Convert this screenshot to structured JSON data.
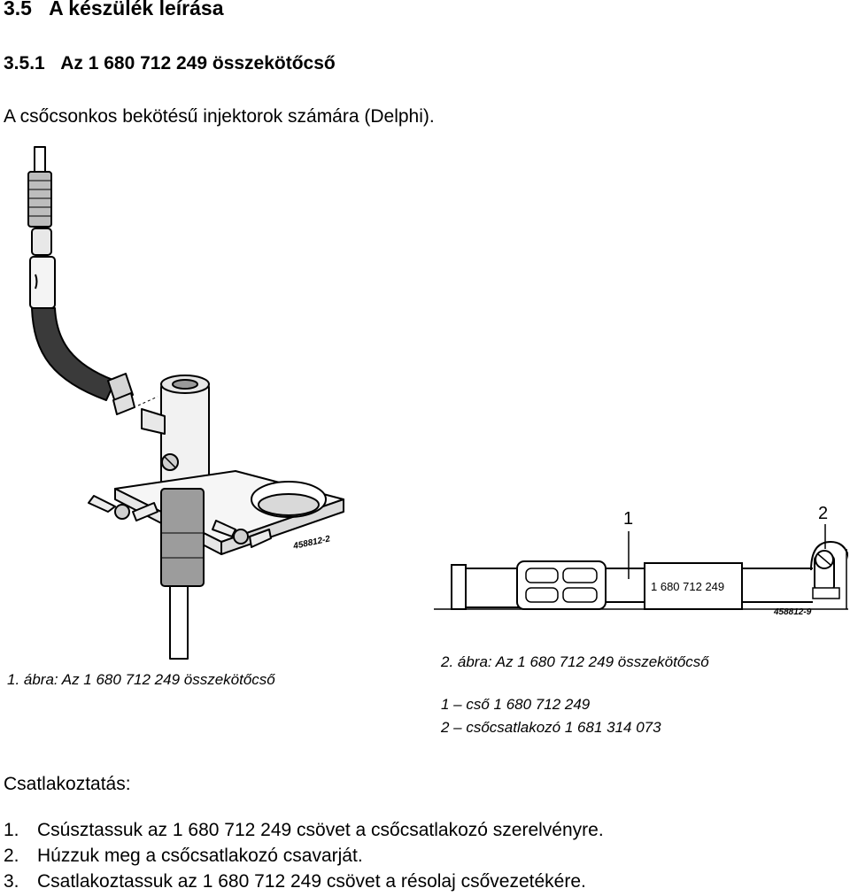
{
  "heading": {
    "number": "3.5",
    "title": "A készülék leírása"
  },
  "subheading": {
    "number": "3.5.1",
    "title": "Az 1 680 712 249 összekötőcső"
  },
  "intro": "A csőcsonkos bekötésű injektorok számára (Delphi).",
  "figure1": {
    "drawing_id": "458812-2",
    "caption": "1. ábra: Az 1 680 712 249 összekötőcső"
  },
  "figure2": {
    "drawing_id": "458812-9",
    "callout_1": "1",
    "callout_2": "2",
    "tube_label": "1 680 712 249",
    "caption": "2. ábra: Az 1 680 712 249 összekötőcső",
    "legend": [
      "1 – cső 1 680 712 249",
      "2 – csőcsatlakozó 1 681 314 073"
    ]
  },
  "connection": {
    "title": "Csatlakoztatás:",
    "steps": [
      {
        "num": "1.",
        "text": "Csúsztassuk az 1 680 712 249 csövet a csőcsatlakozó szerelvényre."
      },
      {
        "num": "2.",
        "text": "Húzzuk meg a csőcsatlakozó csavarját."
      },
      {
        "num": "3.",
        "text": "Csatlakoztassuk az 1 680 712 249 csövet a résolaj csővezetékére."
      }
    ]
  }
}
